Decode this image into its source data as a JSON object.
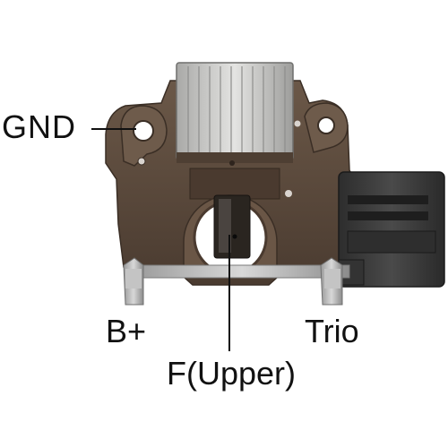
{
  "labels": {
    "gnd": "GND",
    "b_plus": "B+",
    "trio": "Trio",
    "f_upper": "F(Upper)"
  },
  "colors": {
    "background": "#ffffff",
    "housing": "#5c4a3d",
    "housing_shadow": "#3e3128",
    "heatsink": "#c9c9c7",
    "connector": "#3a3a3a",
    "terminal": "#b8b8b8",
    "brush": "#2a2520",
    "text": "#111111"
  },
  "icons": {
    "product": "alternator-voltage-regulator-photo"
  }
}
